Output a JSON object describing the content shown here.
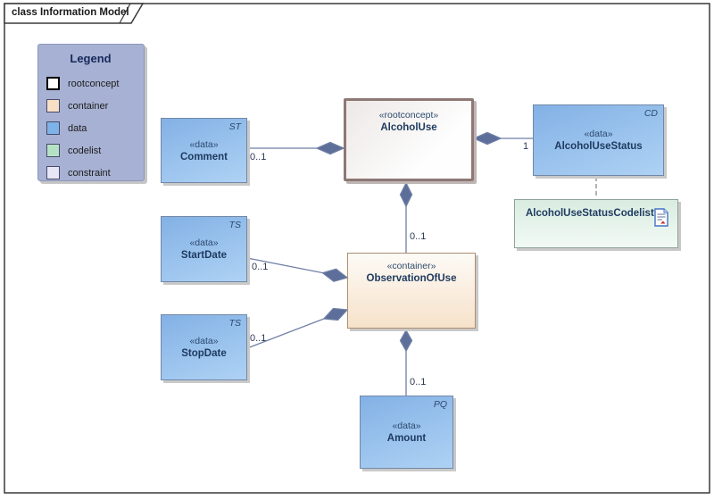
{
  "frame": {
    "title": "class Information Model"
  },
  "legend": {
    "title": "Legend",
    "items": [
      {
        "label": "rootconcept",
        "color": "#ffffff"
      },
      {
        "label": "container",
        "color": "#f7dfc6"
      },
      {
        "label": "data",
        "color": "#7db3e8"
      },
      {
        "label": "codelist",
        "color": "#b5e2c5"
      },
      {
        "label": "constraint",
        "color": "#e6e6f7"
      }
    ]
  },
  "nodes": {
    "alcohol_use": {
      "stereotype": "«rootconcept»",
      "name": "AlcoholUse"
    },
    "comment": {
      "stereotype": "«data»",
      "name": "Comment",
      "tag": "ST"
    },
    "alcohol_use_status": {
      "stereotype": "«data»",
      "name": "AlcoholUseStatus",
      "tag": "CD"
    },
    "alcohol_use_status_codelist": {
      "name": "AlcoholUseStatusCodelist"
    },
    "start_date": {
      "stereotype": "«data»",
      "name": "StartDate",
      "tag": "TS"
    },
    "stop_date": {
      "stereotype": "«data»",
      "name": "StopDate",
      "tag": "TS"
    },
    "observation_of_use": {
      "stereotype": "«container»",
      "name": "ObservationOfUse"
    },
    "amount": {
      "stereotype": "«data»",
      "name": "Amount",
      "tag": "PQ"
    }
  },
  "edges": {
    "alcoholuse_comment": {
      "multiplicity": "0..1"
    },
    "alcoholuse_status": {
      "multiplicity": "1"
    },
    "alcoholuse_observation": {
      "multiplicity": "0..1"
    },
    "observation_startdate": {
      "multiplicity": "0..1"
    },
    "observation_stopdate": {
      "multiplicity": "0..1"
    },
    "observation_amount": {
      "multiplicity": "0..1"
    }
  },
  "colors": {
    "connector": "#6e7fa5",
    "diamond": "#5c6e99",
    "frame_border": "#3a3a3a",
    "rootconcept_border": "#8d7875",
    "data_fill": "#84b4e7",
    "container_fill": "#f6e2ca",
    "codelist_fill": "#d9ece0",
    "constraint_fill": "#e6e6f7",
    "legend_bg": "#a7b1d3"
  }
}
